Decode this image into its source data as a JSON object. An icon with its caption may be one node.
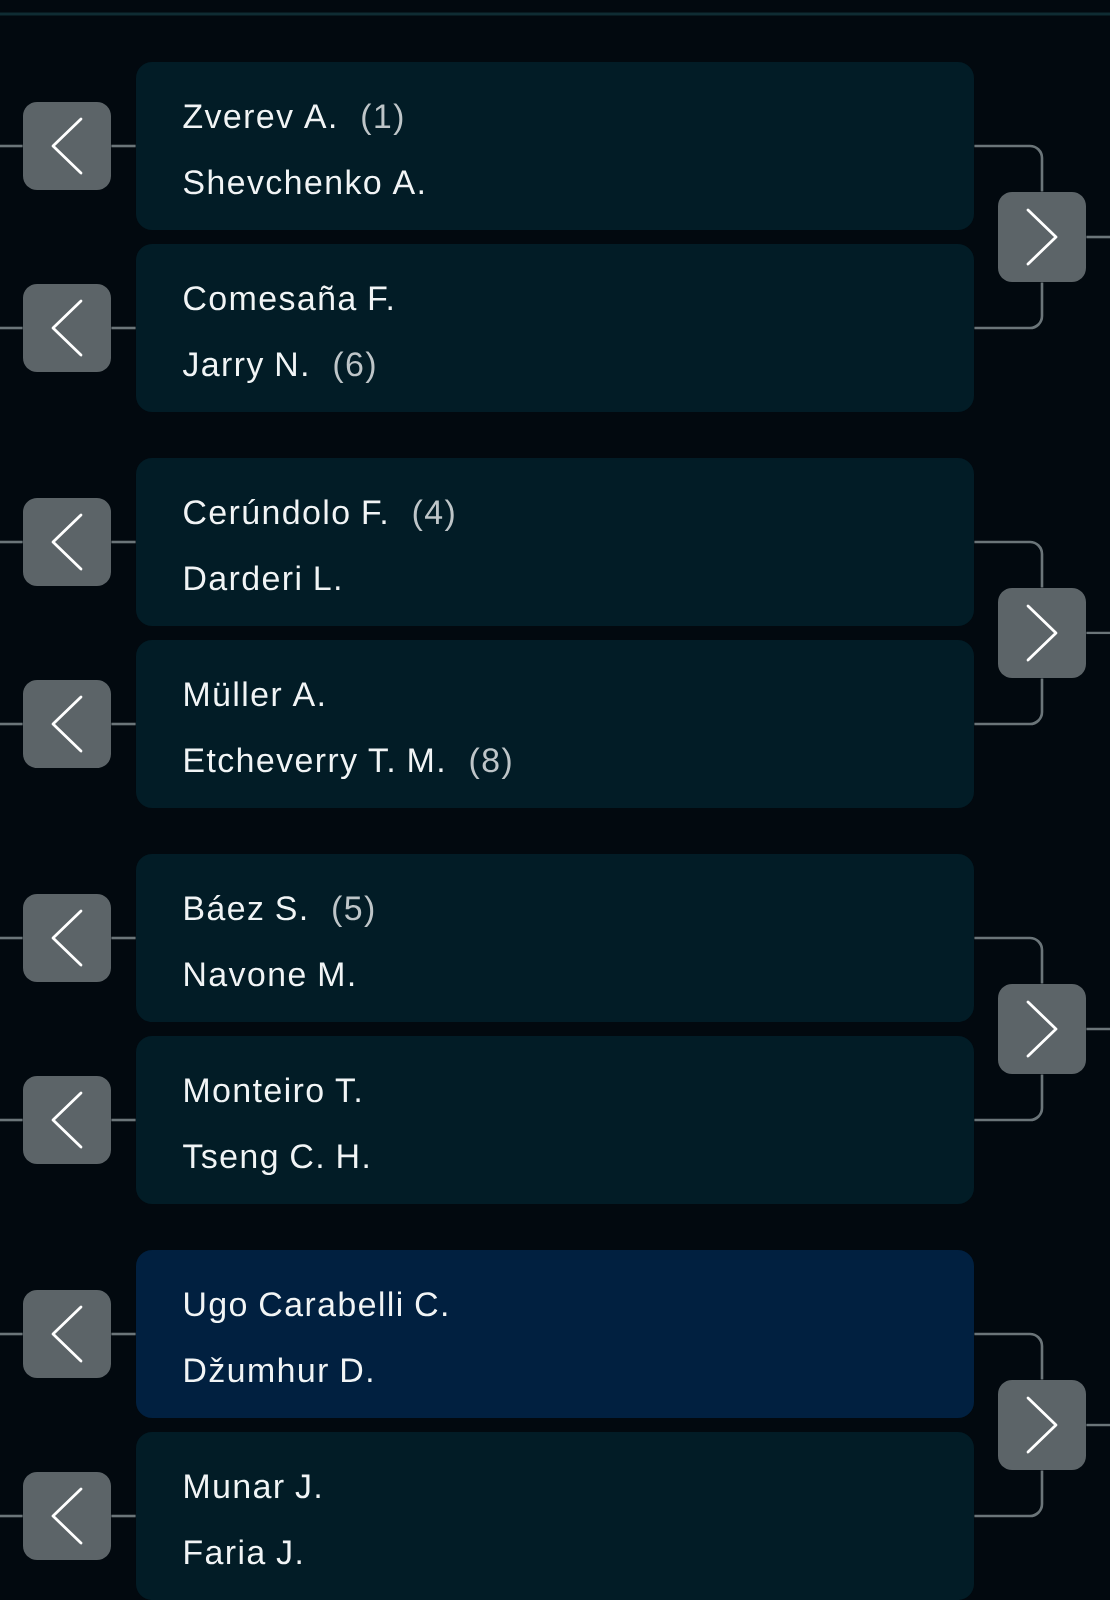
{
  "diagram": {
    "nodes": [
      {
        "text": [],
        "shape": "box"
      },
      {
        "text": [
          "Zverev A.",
          "(1)",
          "Shevchenko A."
        ]
      },
      {
        "text": [],
        "shape": "box"
      },
      {
        "text": [
          "Comesaña F.",
          "Jarry N.",
          "(6)"
        ]
      },
      {
        "text": [],
        "shape": "box"
      },
      {
        "text": [],
        "shape": "box"
      },
      {
        "text": [
          "Cerúndolo F.",
          "(4)",
          "Darderi L."
        ]
      },
      {
        "text": [],
        "shape": "box"
      },
      {
        "text": [
          "Müller A.",
          "Etcheverry T. M.",
          "(8)"
        ]
      },
      {
        "text": [],
        "shape": "box"
      },
      {
        "text": [],
        "shape": "box"
      },
      {
        "text": [
          "Báez S.",
          "(5)",
          "Navone M."
        ]
      },
      {
        "text": [],
        "shape": "box"
      },
      {
        "text": [
          "Monteiro T.",
          "Tseng C. H."
        ]
      },
      {
        "text": [],
        "shape": "box"
      },
      {
        "text": [],
        "shape": "box"
      },
      {
        "text": [
          "Ugo Carabelli C.",
          "Džumhur D."
        ]
      },
      {
        "text": [],
        "shape": "box"
      },
      {
        "text": [
          "Munar J.",
          "Faria J."
        ]
      },
      {
        "text": [],
        "shape": "box"
      }
    ],
    "edges": [
      {
        "from": null,
        "to": 0,
        "arrow": "none"
      },
      {
        "from": 0,
        "to": 1,
        "arrow": "none"
      },
      {
        "from": null,
        "to": 2,
        "arrow": "none"
      },
      {
        "from": 2,
        "to": 3,
        "arrow": "none"
      },
      {
        "from": 1,
        "to": 4,
        "arrow": "none"
      },
      {
        "from": 3,
        "to": 4,
        "arrow": "none"
      },
      {
        "from": 4,
        "to": null,
        "arrow": "none"
      },
      {
        "from": null,
        "to": 5,
        "arrow": "none"
      },
      {
        "from": 5,
        "to": 6,
        "arrow": "none"
      },
      {
        "from": null,
        "to": 7,
        "arrow": "none"
      },
      {
        "from": 7,
        "to": 8,
        "arrow": "none"
      },
      {
        "from": 6,
        "to": 9,
        "arrow": "none"
      },
      {
        "from": 8,
        "to": 9,
        "arrow": "none"
      },
      {
        "from": 9,
        "to": null,
        "arrow": "none"
      },
      {
        "from": null,
        "to": 10,
        "arrow": "none"
      },
      {
        "from": 10,
        "to": 11,
        "arrow": "none"
      },
      {
        "from": null,
        "to": 12,
        "arrow": "none"
      },
      {
        "from": 12,
        "to": 13,
        "arrow": "none"
      },
      {
        "from": 11,
        "to": 14,
        "arrow": "none"
      },
      {
        "from": 13,
        "to": 14,
        "arrow": "none"
      },
      {
        "from": 14,
        "to": null,
        "arrow": "none"
      },
      {
        "from": null,
        "to": 15,
        "arrow": "none"
      },
      {
        "from": 15,
        "to": 16,
        "arrow": "none"
      },
      {
        "from": null,
        "to": 17,
        "arrow": "none"
      },
      {
        "from": 17,
        "to": 18,
        "arrow": "none"
      },
      {
        "from": 16,
        "to": 19,
        "arrow": "none"
      },
      {
        "from": 18,
        "to": 19,
        "arrow": "none"
      },
      {
        "from": 19,
        "to": null,
        "arrow": "none"
      }
    ]
  }
}
